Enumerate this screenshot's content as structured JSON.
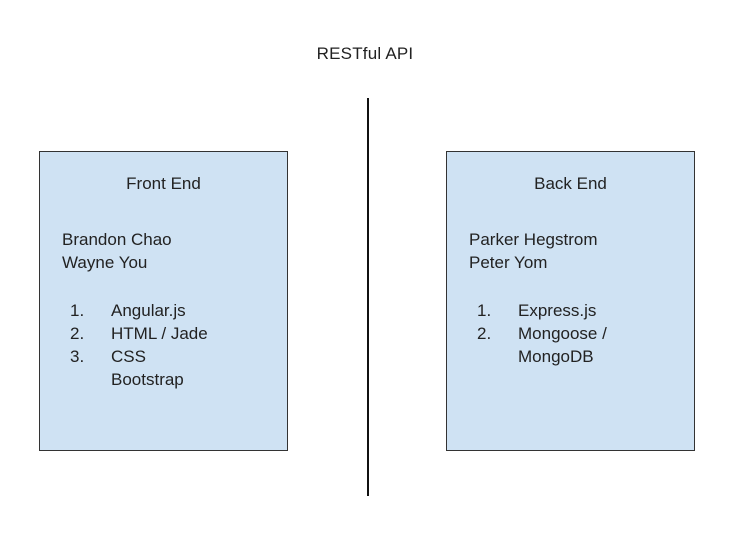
{
  "title": "RESTful API",
  "front_end": {
    "heading": "Front End",
    "members": [
      "Brandon Chao",
      "Wayne You"
    ],
    "technologies": [
      {
        "num": "1.",
        "text": "Angular.js"
      },
      {
        "num": "2.",
        "text": "HTML / Jade"
      },
      {
        "num": "3.",
        "text": "CSS\nBootstrap"
      }
    ]
  },
  "back_end": {
    "heading": "Back End",
    "members": [
      "Parker Hegstrom",
      "Peter Yom"
    ],
    "technologies": [
      {
        "num": "1.",
        "text": "Express.js"
      },
      {
        "num": "2.",
        "text": "Mongoose /\nMongoDB"
      }
    ]
  },
  "colors": {
    "box_fill": "#cfe2f3",
    "box_border": "#333333",
    "divider": "#111111"
  }
}
